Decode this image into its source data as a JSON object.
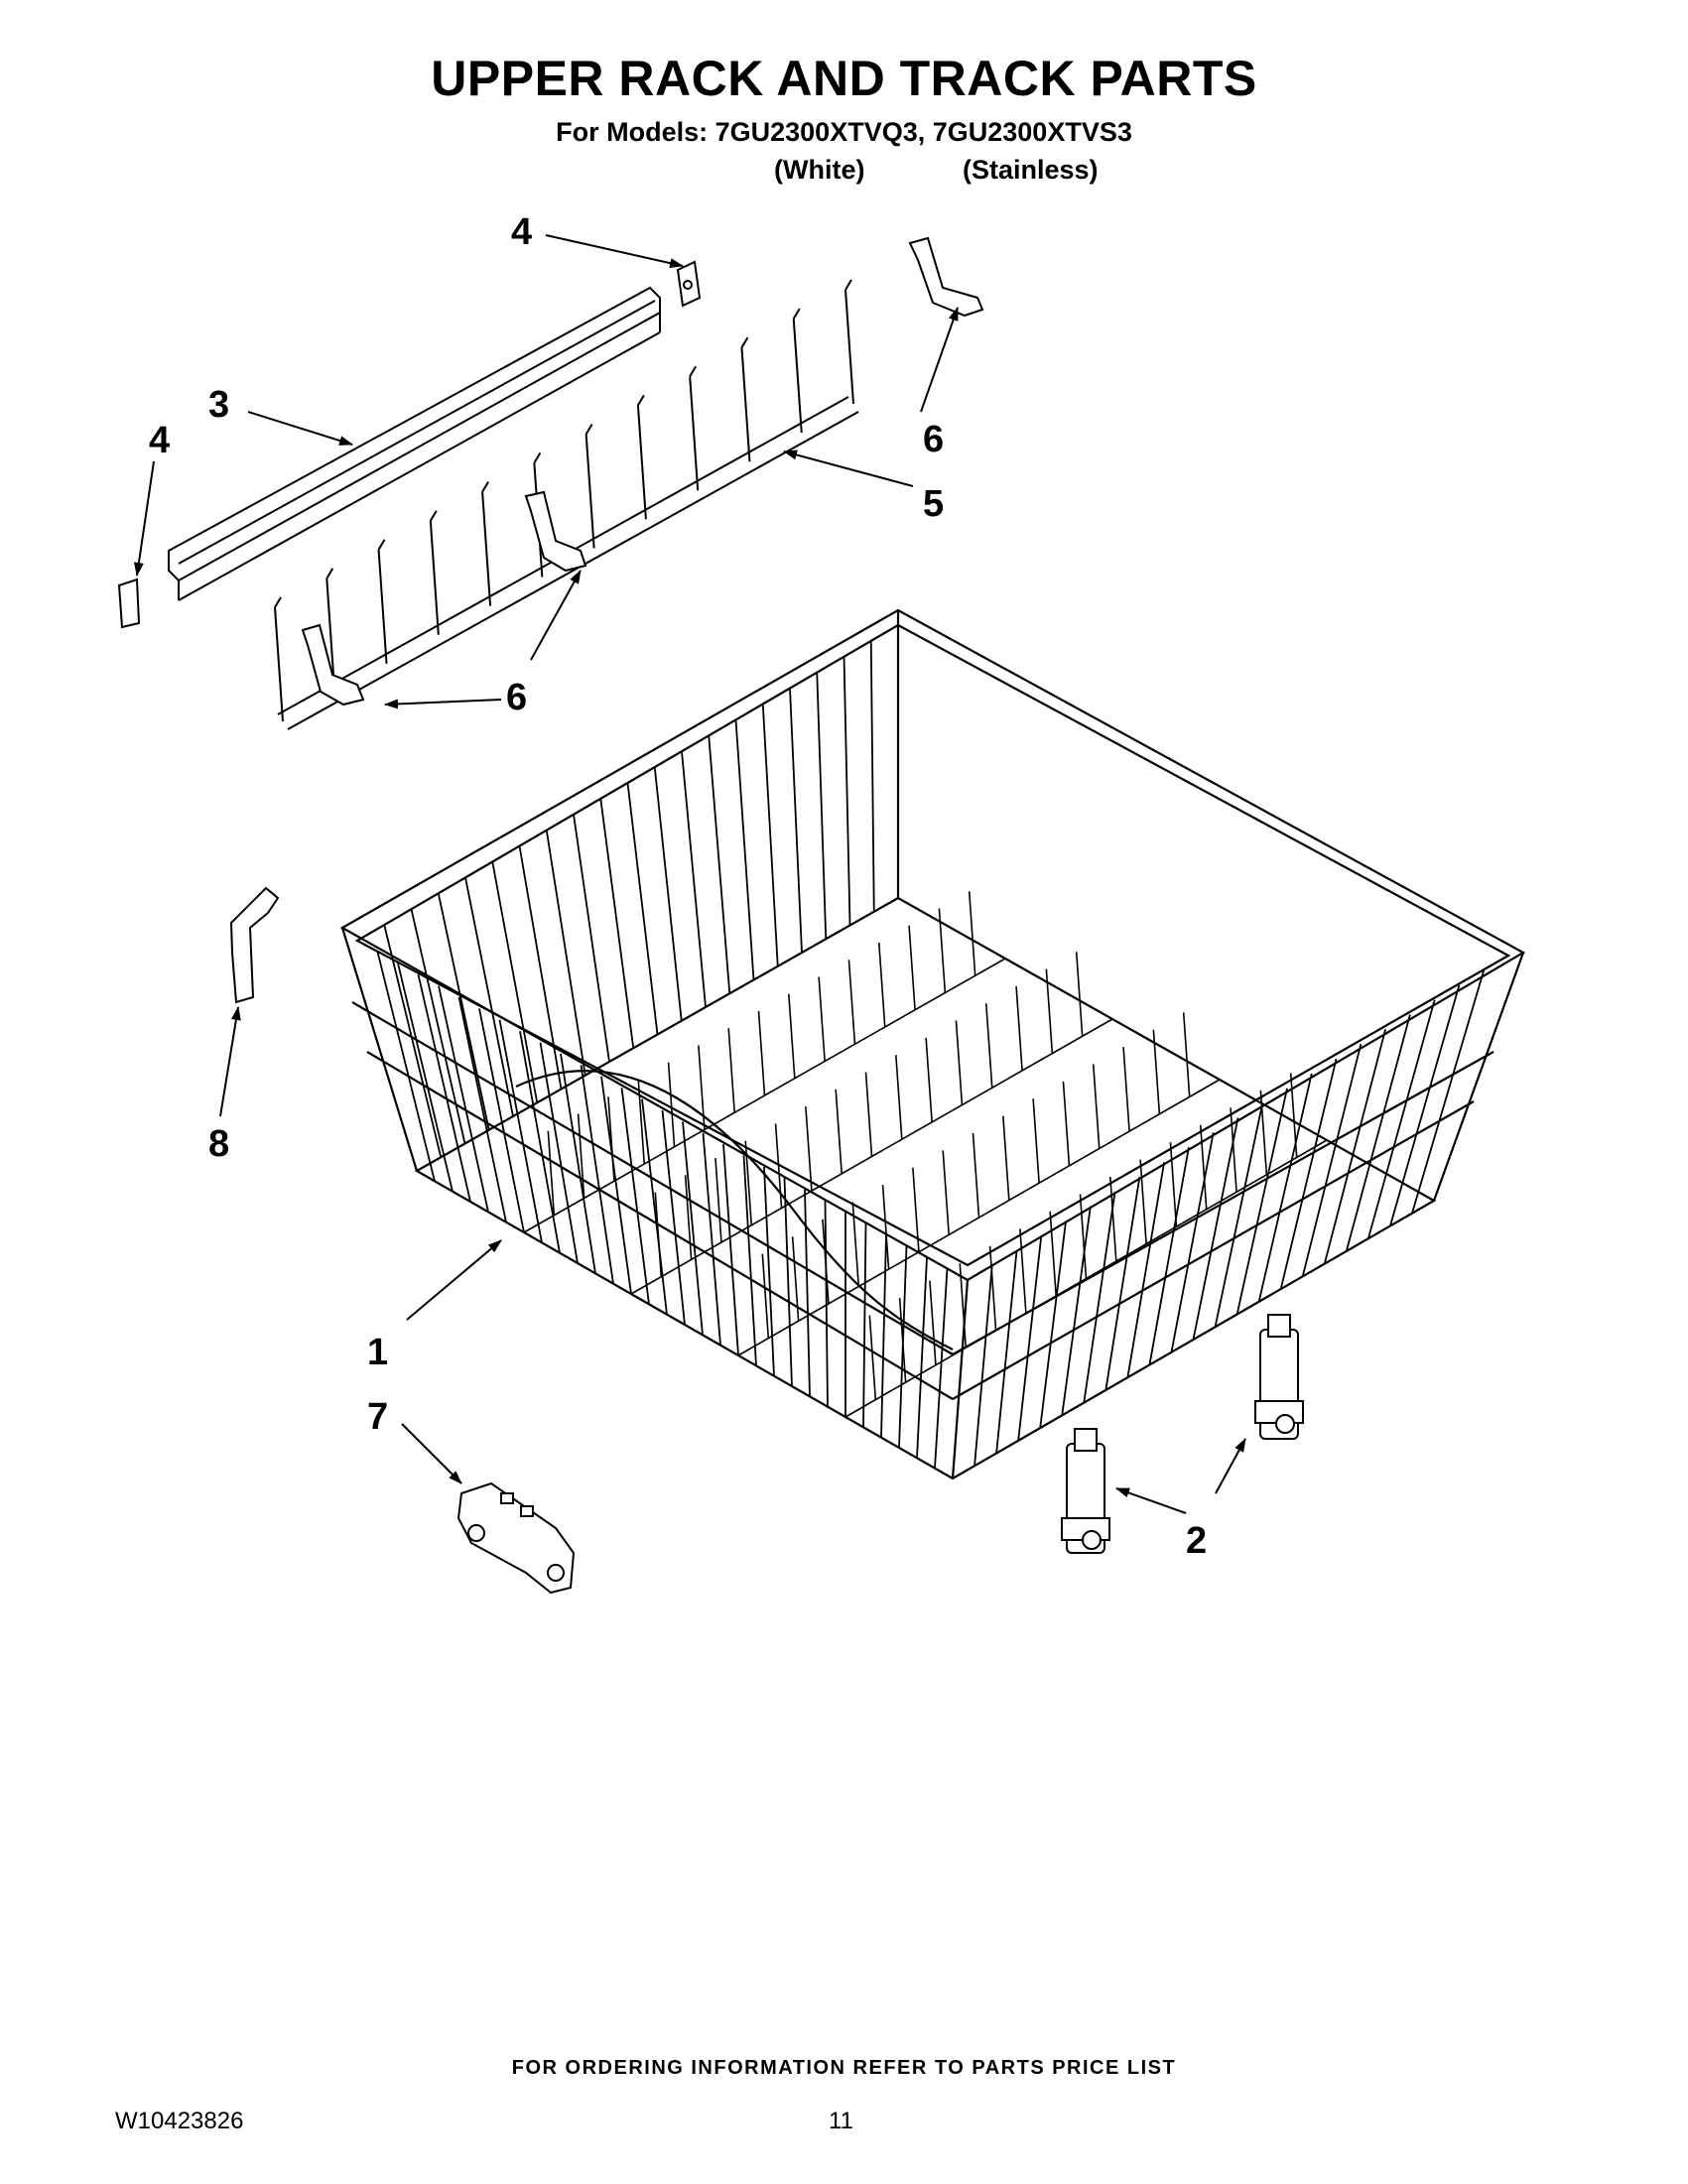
{
  "page": {
    "title": "UPPER RACK AND TRACK PARTS",
    "models_line": "For Models: 7GU2300XTVQ3, 7GU2300XTVS3",
    "variant_white": "(White)",
    "variant_stainless": "(Stainless)",
    "footer_note": "FOR ORDERING INFORMATION REFER TO PARTS PRICE LIST",
    "doc_number": "W10423826",
    "page_number": "11"
  },
  "callouts": {
    "c1": "1",
    "c2": "2",
    "c3": "3",
    "c4_top": "4",
    "c4_left": "4",
    "c5": "5",
    "c6_top": "6",
    "c6_bottom": "6",
    "c7": "7",
    "c8": "8"
  },
  "colors": {
    "ink": "#000000",
    "paper": "#ffffff"
  }
}
